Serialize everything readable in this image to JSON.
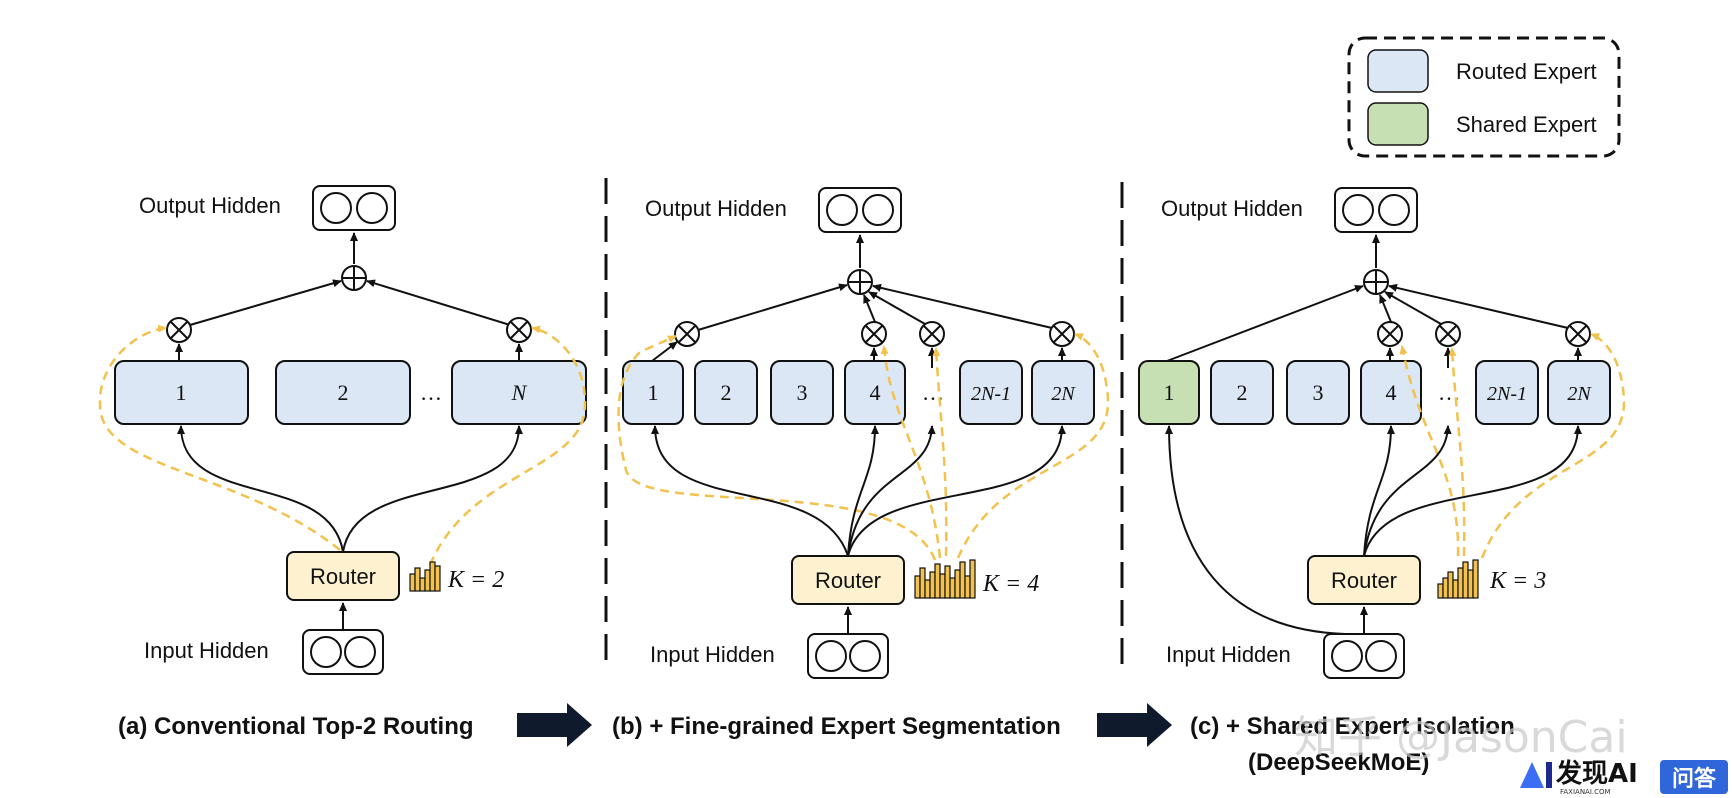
{
  "legend": {
    "routed_label": "Routed Expert",
    "shared_label": "Shared Expert"
  },
  "colors": {
    "routed": "#dbe7f4",
    "shared": "#c6e0b4",
    "router": "#fdf1d0",
    "gate_path": "#f2c14e"
  },
  "panels": [
    {
      "output_label": "Output Hidden",
      "input_label": "Input Hidden",
      "router_label": "Router",
      "k_label": "K = 2",
      "experts": [
        "1",
        "2",
        "…",
        "N"
      ],
      "caption": "(a) Conventional Top-2 Routing"
    },
    {
      "output_label": "Output Hidden",
      "input_label": "Input Hidden",
      "router_label": "Router",
      "k_label": "K = 4",
      "experts": [
        "1",
        "2",
        "3",
        "4",
        "…",
        "2N-1",
        "2N"
      ],
      "caption": "(b) + Fine-grained Expert Segmentation"
    },
    {
      "output_label": "Output Hidden",
      "input_label": "Input Hidden",
      "router_label": "Router",
      "k_label": "K = 3",
      "experts": [
        "1",
        "2",
        "3",
        "4",
        "…",
        "2N-1",
        "2N"
      ],
      "caption": "(c) + Shared Expert Isolation",
      "caption_sub": "(DeepSeekMoE)"
    }
  ],
  "watermark": {
    "text": "知乎 @JasonCai",
    "brand": "发现AI",
    "brand_sub": "FAXIANAI.COM",
    "badge": "问答"
  }
}
